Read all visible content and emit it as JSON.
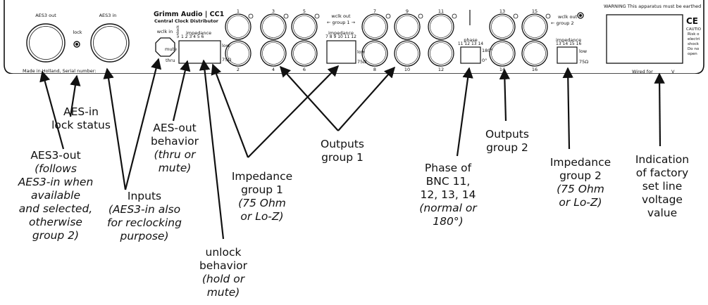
{
  "panel": {
    "aes3_out": "AES3 out",
    "aes3_in": "AES3 in",
    "lock": "lock",
    "made_in": "Made in Holland, Serial number:",
    "brand_name": "Grimm Audio | CC1",
    "brand_sub": "Central Clock Distributor",
    "wclk_in": "wclk in",
    "unlock": "unlock",
    "impedance": "impedance",
    "imp_switch_nums_1": "1 2 3 4 5 6",
    "mute": "mute",
    "thru": "thru",
    "low": "low",
    "ohm75": "75Ω",
    "bnc_top_group1": [
      "1",
      "3",
      "5"
    ],
    "bnc_bottom_group1": [
      "2",
      "4",
      "6"
    ],
    "wclk_out_group1": "wclk out",
    "group1": "← group 1 →",
    "imp_switch_nums_2": "7 8 9 10 11 12",
    "bnc_top_mid": [
      "7",
      "9",
      "11"
    ],
    "bnc_bottom_mid": [
      "8",
      "10",
      "12"
    ],
    "phase": "phase",
    "phase_nums": "11 12 13 14",
    "deg180": "180°",
    "deg0": "0°",
    "bnc_top_group2": [
      "13",
      "15"
    ],
    "bnc_bottom_group2": [
      "14",
      "16"
    ],
    "wclk_out_group2": "wclk out",
    "group2": "← group 2",
    "imp_switch_nums_3": "13 14 15 16",
    "warning": "WARNING This apparatus must be earthed",
    "ce_mark": "CE",
    "caution_lines": [
      "CAUTIO",
      "Risk o",
      "electri",
      "shock",
      "Do no",
      "open"
    ],
    "wired_for": "Wired for",
    "volt": "V"
  },
  "callouts": {
    "aes3out": {
      "lines": [
        "AES3-out"
      ],
      "italic": [
        "(follows",
        "AES3-in when",
        "available",
        "and selected,",
        "otherwise",
        "group 2)"
      ]
    },
    "aesin_lock": {
      "lines": [
        "AES-in",
        "lock status"
      ],
      "italic": []
    },
    "inputs": {
      "lines": [
        "Inputs"
      ],
      "italic": [
        "(AES3-in also",
        "for reclocking",
        "purpose)"
      ]
    },
    "aesout_behavior": {
      "lines": [
        "AES-out",
        "behavior"
      ],
      "italic": [
        "(thru or",
        "mute)"
      ]
    },
    "unlock_behavior": {
      "lines": [
        "unlock",
        "behavior"
      ],
      "italic": [
        "(hold or",
        "mute)"
      ]
    },
    "impedance1": {
      "lines": [
        "Impedance",
        "group 1"
      ],
      "italic": [
        "(75 Ohm",
        "or Lo-Z)"
      ]
    },
    "outputs1": {
      "lines": [
        "Outputs",
        "group 1"
      ],
      "italic": []
    },
    "phase": {
      "lines": [
        "Phase of",
        "BNC 11,",
        "12, 13, 14"
      ],
      "italic": [
        "(normal or",
        "180°)"
      ]
    },
    "outputs2": {
      "lines": [
        "Outputs",
        "group 2"
      ],
      "italic": []
    },
    "impedance2": {
      "lines": [
        "Impedance",
        "group 2"
      ],
      "italic": [
        "(75 Ohm",
        "or Lo-Z)"
      ]
    },
    "voltage": {
      "lines": [
        "Indication",
        "of factory",
        "set line",
        "voltage",
        "value"
      ],
      "italic": []
    }
  },
  "colors": {
    "ink": "#111111",
    "panel_bg": "#ffffff"
  }
}
